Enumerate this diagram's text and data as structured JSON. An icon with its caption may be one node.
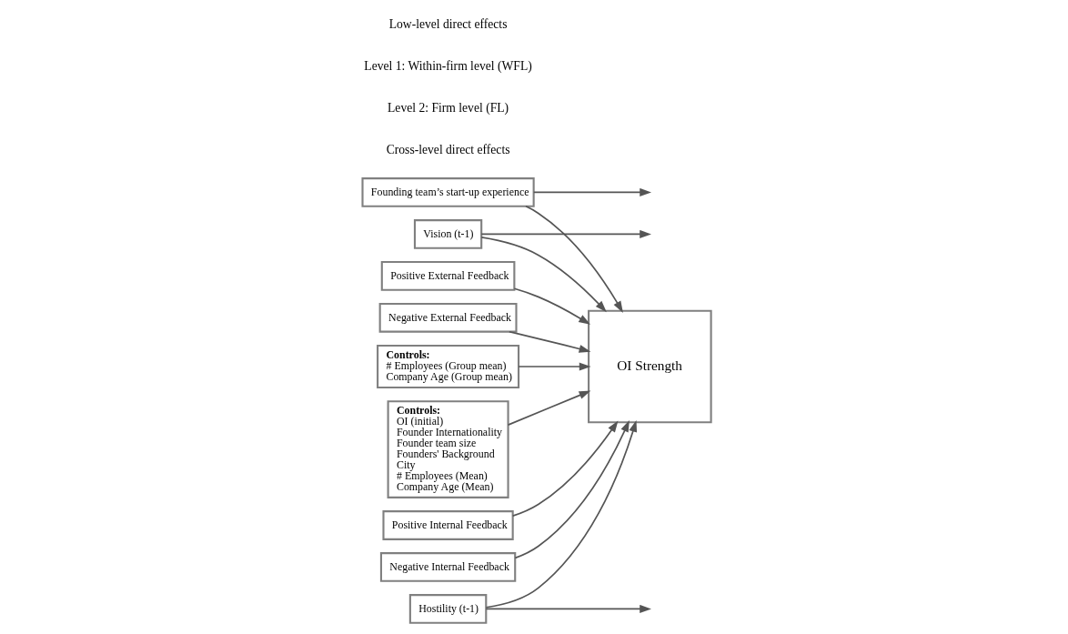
{
  "diagram": {
    "nodes": [
      {
        "text": [
          "Founding team’s start-up experience"
        ]
      },
      {
        "text": [
          "Vision (t-1)"
        ]
      },
      {
        "text": [
          "Hostility (t-1)"
        ]
      },
      {
        "text": [
          "Controls:",
          "OI (initial)",
          "Founder Internationality",
          "Founder team size",
          "Founders' Background",
          "City",
          "# Employees (Mean)",
          "Company Age (Mean)"
        ]
      },
      {
        "text": [
          "Positive Internal Feedback"
        ]
      },
      {
        "text": [
          "Negative Internal Feedback"
        ]
      },
      {
        "text": [
          "Positive External Feedback"
        ]
      },
      {
        "text": [
          "Negative External Feedback"
        ]
      },
      {
        "text": [
          "Controls:",
          "# Employees (Group mean)",
          "Company Age (Group mean)"
        ]
      },
      {
        "text": [
          "OI Strength"
        ]
      }
    ],
    "edges": [
      {
        "from": 0,
        "to": null,
        "arrow": "to"
      },
      {
        "from": 0,
        "to": 9,
        "arrow": "to"
      },
      {
        "from": 1,
        "to": null,
        "arrow": "to"
      },
      {
        "from": 1,
        "to": 9,
        "arrow": "to"
      },
      {
        "from": 2,
        "to": null,
        "arrow": "to"
      },
      {
        "from": 2,
        "to": 9,
        "arrow": "to"
      },
      {
        "from": 3,
        "to": 9,
        "arrow": "to"
      },
      {
        "from": 4,
        "to": 9,
        "arrow": "to"
      },
      {
        "from": 5,
        "to": 9,
        "arrow": "to"
      },
      {
        "from": 6,
        "to": 9,
        "arrow": "to"
      },
      {
        "from": 7,
        "to": 9,
        "arrow": "to"
      },
      {
        "from": 8,
        "to": 9,
        "arrow": "to"
      }
    ],
    "labels": [
      "Cross-level direct effects",
      "Level 2: Firm level (FL)",
      "Level 1: Within-firm level (WFL)",
      "Low-level direct effects"
    ]
  }
}
